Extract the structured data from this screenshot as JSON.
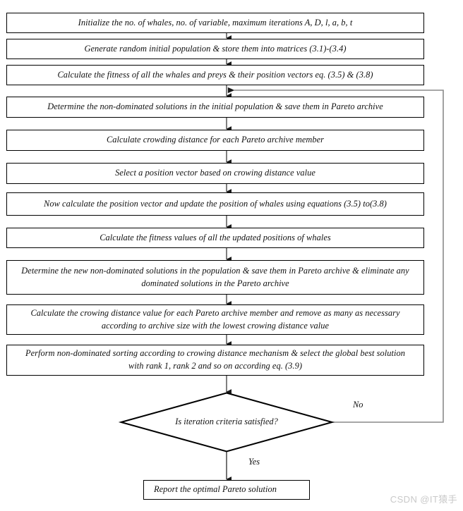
{
  "diagram": {
    "title": "Multi-objective Whale Optimization Algorithm flowchart",
    "orientation": "top-to-bottom",
    "stroke_color": "#000000",
    "loop_stroke_color": "#808080",
    "background": "#ffffff",
    "nodes": [
      {
        "id": "n1",
        "type": "process",
        "text": "Initialize the no. of whales, no. of variable, maximum iterations A, D, l, a, b, t"
      },
      {
        "id": "n2",
        "type": "process",
        "text": "Generate random initial population & store them into matrices (3.1)-(3.4)"
      },
      {
        "id": "n3",
        "type": "process",
        "text": "Calculate the fitness of all the whales and preys & their position vectors eq. (3.5) & (3.8)"
      },
      {
        "id": "n4",
        "type": "process",
        "text": "Determine the non-dominated solutions in the initial population & save them in Pareto archive"
      },
      {
        "id": "n5",
        "type": "process",
        "text": "Calculate crowding distance for each Pareto archive member"
      },
      {
        "id": "n6",
        "type": "process",
        "text": "Select a position vector based on crowing distance value"
      },
      {
        "id": "n7",
        "type": "process",
        "text": "Now calculate the position vector and update the position of  whales using equations (3.5) to(3.8)"
      },
      {
        "id": "n8",
        "type": "process",
        "text": "Calculate the fitness values of all the updated positions of whales"
      },
      {
        "id": "n9",
        "type": "process",
        "text": "Determine the new non-dominated solutions in the population & save them in Pareto archive & eliminate any dominated solutions in the Pareto archive"
      },
      {
        "id": "n10",
        "type": "process",
        "text": "Calculate the crowing distance value for each Pareto archive member and remove as many as necessary according to archive size with the lowest crowing distance value"
      },
      {
        "id": "n11",
        "type": "process",
        "text": "Perform non-dominated sorting according to crowing distance mechanism & select the global best solution with rank 1, rank 2 and so on according eq. (3.9)"
      },
      {
        "id": "n12",
        "type": "decision",
        "text": "Is iteration criteria satisfied?"
      },
      {
        "id": "n13",
        "type": "terminator",
        "text": "Report the optimal Pareto solution"
      }
    ],
    "edge_labels": {
      "no": "No",
      "yes": "Yes"
    }
  },
  "watermark": {
    "text": "CSDN @IT猿手"
  }
}
